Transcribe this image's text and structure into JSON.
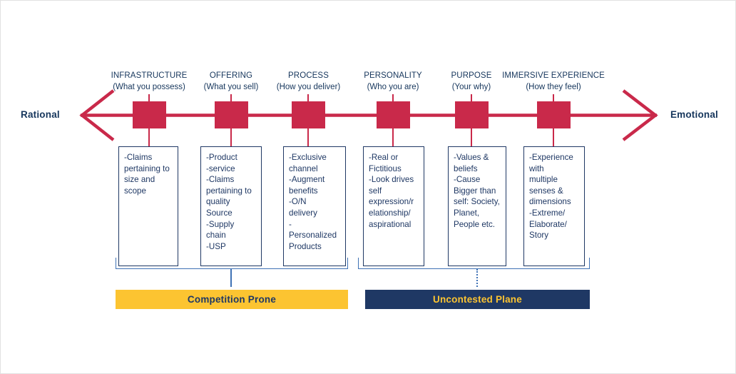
{
  "diagram": {
    "axis": {
      "left_label": "Rational",
      "right_label": "Emotional",
      "line_color": "#c9294a",
      "node_color": "#c9294a"
    },
    "nodes": [
      {
        "title": "INFRASTRUCTURE",
        "subtitle": "(What you possess)"
      },
      {
        "title": "OFFERING",
        "subtitle": "(What you sell)"
      },
      {
        "title": "PROCESS",
        "subtitle": "(How you deliver)"
      },
      {
        "title": "PERSONALITY",
        "subtitle": "(Who you are)"
      },
      {
        "title": "PURPOSE",
        "subtitle": "(Your why)"
      },
      {
        "title": "IMMERSIVE EXPERIENCE",
        "subtitle": "(How they feel)"
      }
    ],
    "detail_boxes": [
      {
        "lines": [
          "-Claims",
          "pertaining to",
          "size and",
          "scope"
        ]
      },
      {
        "lines": [
          "-Product",
          "-service",
          "-Claims",
          "pertaining to",
          "quality",
          "Source",
          "-Supply",
          "chain",
          "-USP"
        ]
      },
      {
        "lines": [
          "-Exclusive",
          "channel",
          "-Augment",
          "benefits",
          "-O/N",
          "delivery",
          "-",
          "Personalized",
          "Products"
        ]
      },
      {
        "lines": [
          "-Real or",
          "Fictitious",
          "-Look drives",
          "self",
          "expression/r",
          "elationship/",
          "aspirational"
        ]
      },
      {
        "lines": [
          "-Values &",
          "beliefs",
          "-Cause",
          "Bigger than",
          "self: Society,",
          "Planet,",
          "People etc."
        ]
      },
      {
        "lines": [
          "-Experience",
          "with",
          "multiple",
          "senses &",
          "dimensions",
          "-Extreme/",
          "Elaborate/",
          "Story"
        ]
      }
    ],
    "banners": [
      {
        "label": "Competition Prone",
        "background": "#fcc431",
        "text_color": "#1f3864"
      },
      {
        "label": "Uncontested Plane",
        "background": "#1f3864",
        "text_color": "#fcc431"
      }
    ],
    "bracket_color": "#3f72b5",
    "box_border_color": "#1f3864"
  }
}
